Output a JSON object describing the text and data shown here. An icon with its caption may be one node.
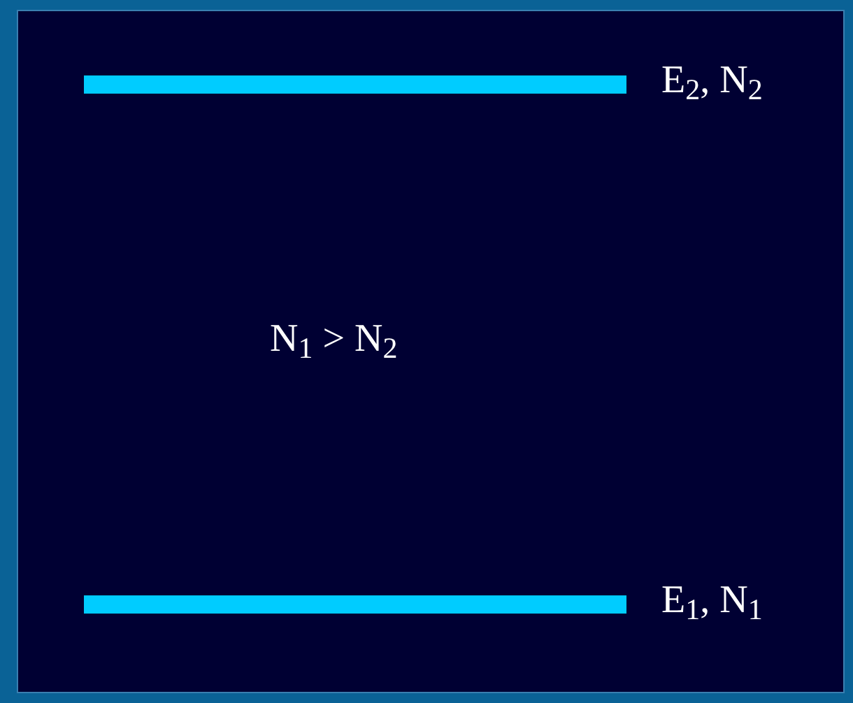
{
  "diagram": {
    "nodes": [
      {
        "text": [],
        "shape": "bar",
        "beside": [
          "E$_{2}$, N$_{2}$"
        ]
      },
      {
        "text": [],
        "shape": "bar",
        "beside": [
          "E$_{1}$, N$_{1}$"
        ]
      }
    ],
    "labels": [
      "N$_{1}$ > N$_{2}$"
    ]
  }
}
